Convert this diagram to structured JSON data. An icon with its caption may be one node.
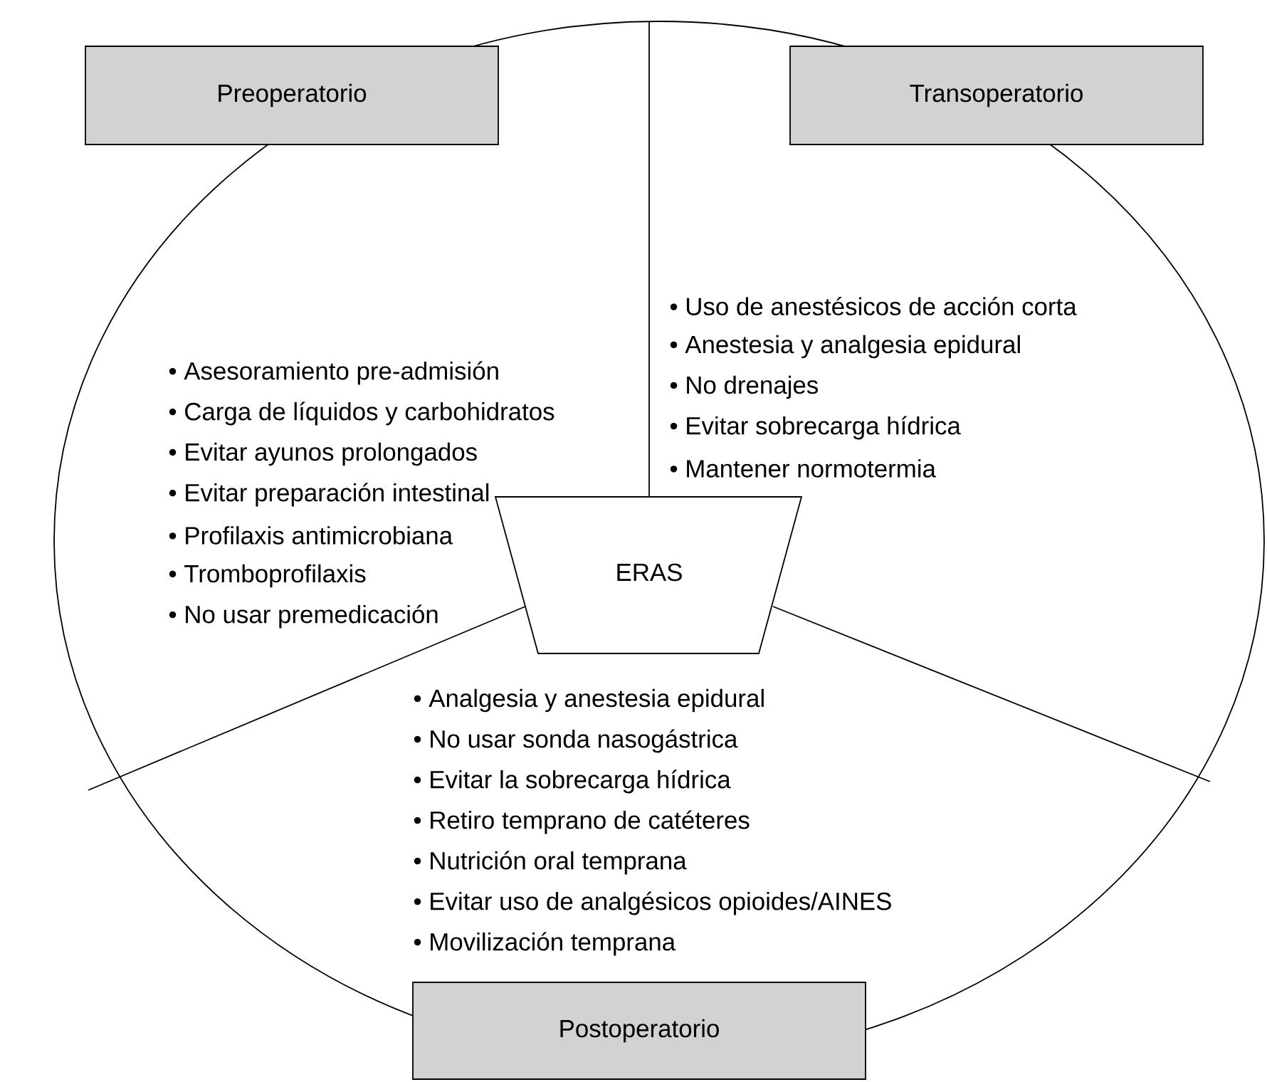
{
  "diagram": {
    "nodes": [
      {
        "text": [
          "Preoperatorio"
        ]
      },
      {
        "text": [
          "Transoperatorio"
        ]
      },
      {
        "text": [
          "Postoperatorio"
        ]
      },
      {
        "text": [
          "ERAS"
        ]
      }
    ],
    "labels": [
      "• Asesoramiento pre-admisión",
      "• Carga de líquidos y carbohidratos",
      "• Evitar ayunos prolongados",
      "• Evitar preparación intestinal",
      "• Profilaxis antimicrobiana",
      "• Tromboprofilaxis",
      "• No usar premedicación",
      "• Uso de anestésicos de acción corta",
      "• Anestesia y analgesia epidural",
      "• No drenajes",
      "• Evitar sobrecarga hídrica",
      "• Mantener normotermia",
      "• Analgesia y anestesia epidural",
      "• No usar sonda nasogástrica",
      "• Evitar la sobrecarga hídrica",
      "• Retiro temprano de catéteres",
      "• Nutrición oral temprana",
      "• Evitar uso de analgésicos opioides/AINES",
      "• Movilización temprana"
    ]
  }
}
